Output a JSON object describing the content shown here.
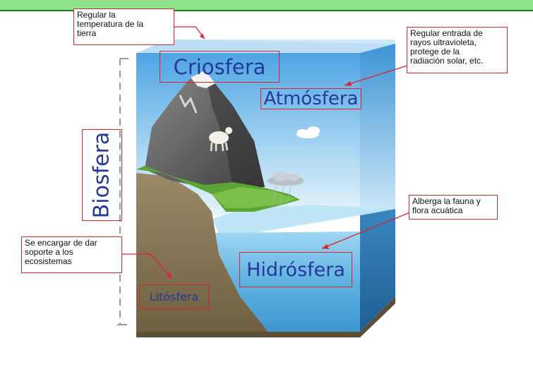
{
  "colors": {
    "header_bar": "#8ee38a",
    "annotation_border": "#d9252c",
    "label_text": "#26389a",
    "sky_top": "#4aa3e6",
    "water": "#2f7fc1",
    "earth": "#8b7a5a",
    "grass": "#5aa535"
  },
  "labels": {
    "criosfera": "Criosfera",
    "atmosfera": "Atmósfera",
    "biosfera": "Biosfera",
    "hidrosfera": "Hidrósfera",
    "litosfera": "Litósfera"
  },
  "annotations": {
    "criosfera_note": "Regular la\ntemperatura de la\ntierra",
    "atmosfera_note": "Regular entrada de\nrayos ultravioleta,\nprotege de la\nradiación solar, etc.",
    "hidrosfera_note": "Alberga la fauna y\nflora acuática",
    "litosfera_note": "Se encargar de dar\nsoporte a los\necosistemas"
  },
  "icons": [
    "mountain-goat-icon",
    "cloud-icon",
    "rain-cloud-icon"
  ]
}
